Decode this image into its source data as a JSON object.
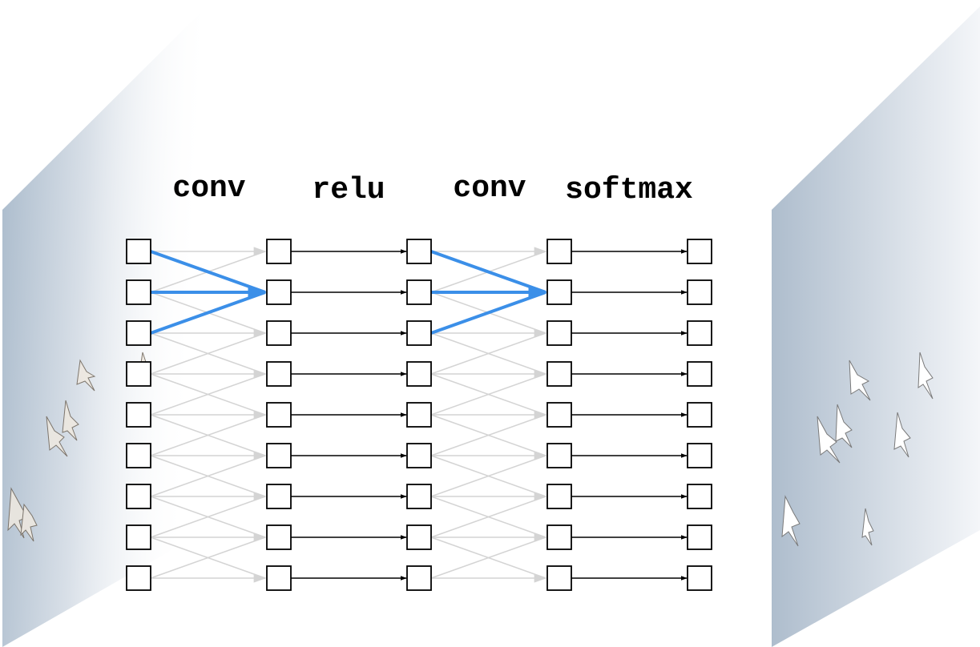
{
  "labels": {
    "conv1": "conv",
    "relu": "relu",
    "conv2": "conv",
    "softmax": "softmax"
  },
  "network": {
    "nodes_per_column": 9,
    "columns": 5,
    "highlight_target_row": 1
  },
  "colors": {
    "highlight": "#3b8fe8",
    "gray_edge": "#d4d4d4",
    "black_edge": "#000000",
    "node_border": "#000000",
    "sky_dark": "#a9bacb",
    "sky_light": "#f2f4f7"
  }
}
